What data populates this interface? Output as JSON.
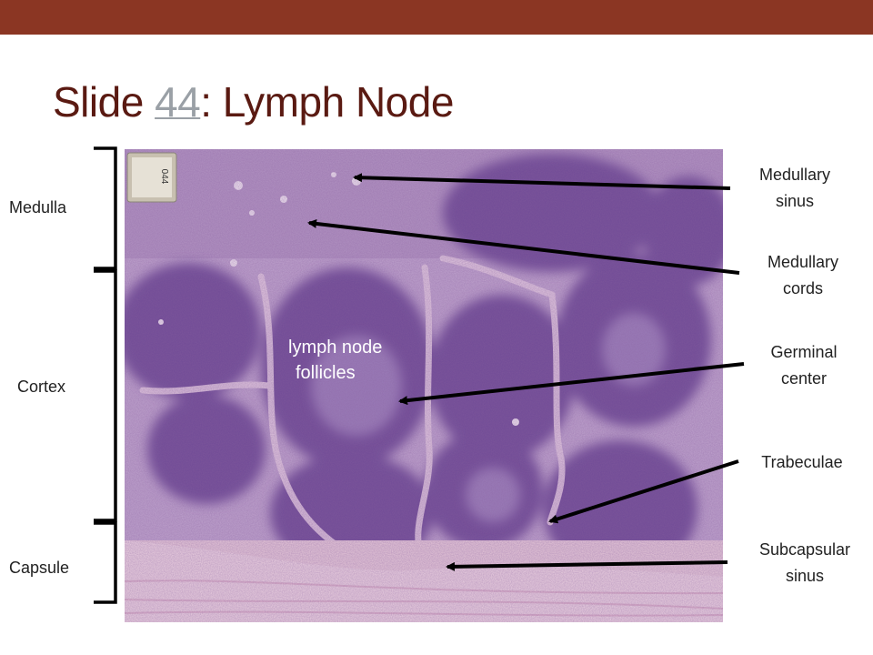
{
  "slide": {
    "title_prefix": "Slide ",
    "title_link": "44",
    "title_suffix": ": Lymph Node"
  },
  "image_labels": {
    "slide_tag": "044",
    "follicles_line1": "lymph node",
    "follicles_line2": "follicles"
  },
  "left_labels": {
    "medulla": "Medulla",
    "cortex": "Cortex",
    "capsule": "Capsule"
  },
  "right_labels": {
    "medullary_sinus": [
      "Medullary",
      "sinus"
    ],
    "medullary_cords": [
      "Medullary",
      "cords"
    ],
    "germinal_center": [
      "Germinal",
      "center"
    ],
    "trabeculae": [
      "Trabeculae"
    ],
    "subcapsular_sinus": [
      "Subcapsular",
      "sinus"
    ]
  },
  "colors": {
    "top_bar": "#8b3623",
    "title": "#5a1a12",
    "link": "#9aa0a6",
    "tissue_dark": "#6a4a92",
    "tissue_light": "#c8aed4",
    "connective": "#e8cfe0"
  }
}
